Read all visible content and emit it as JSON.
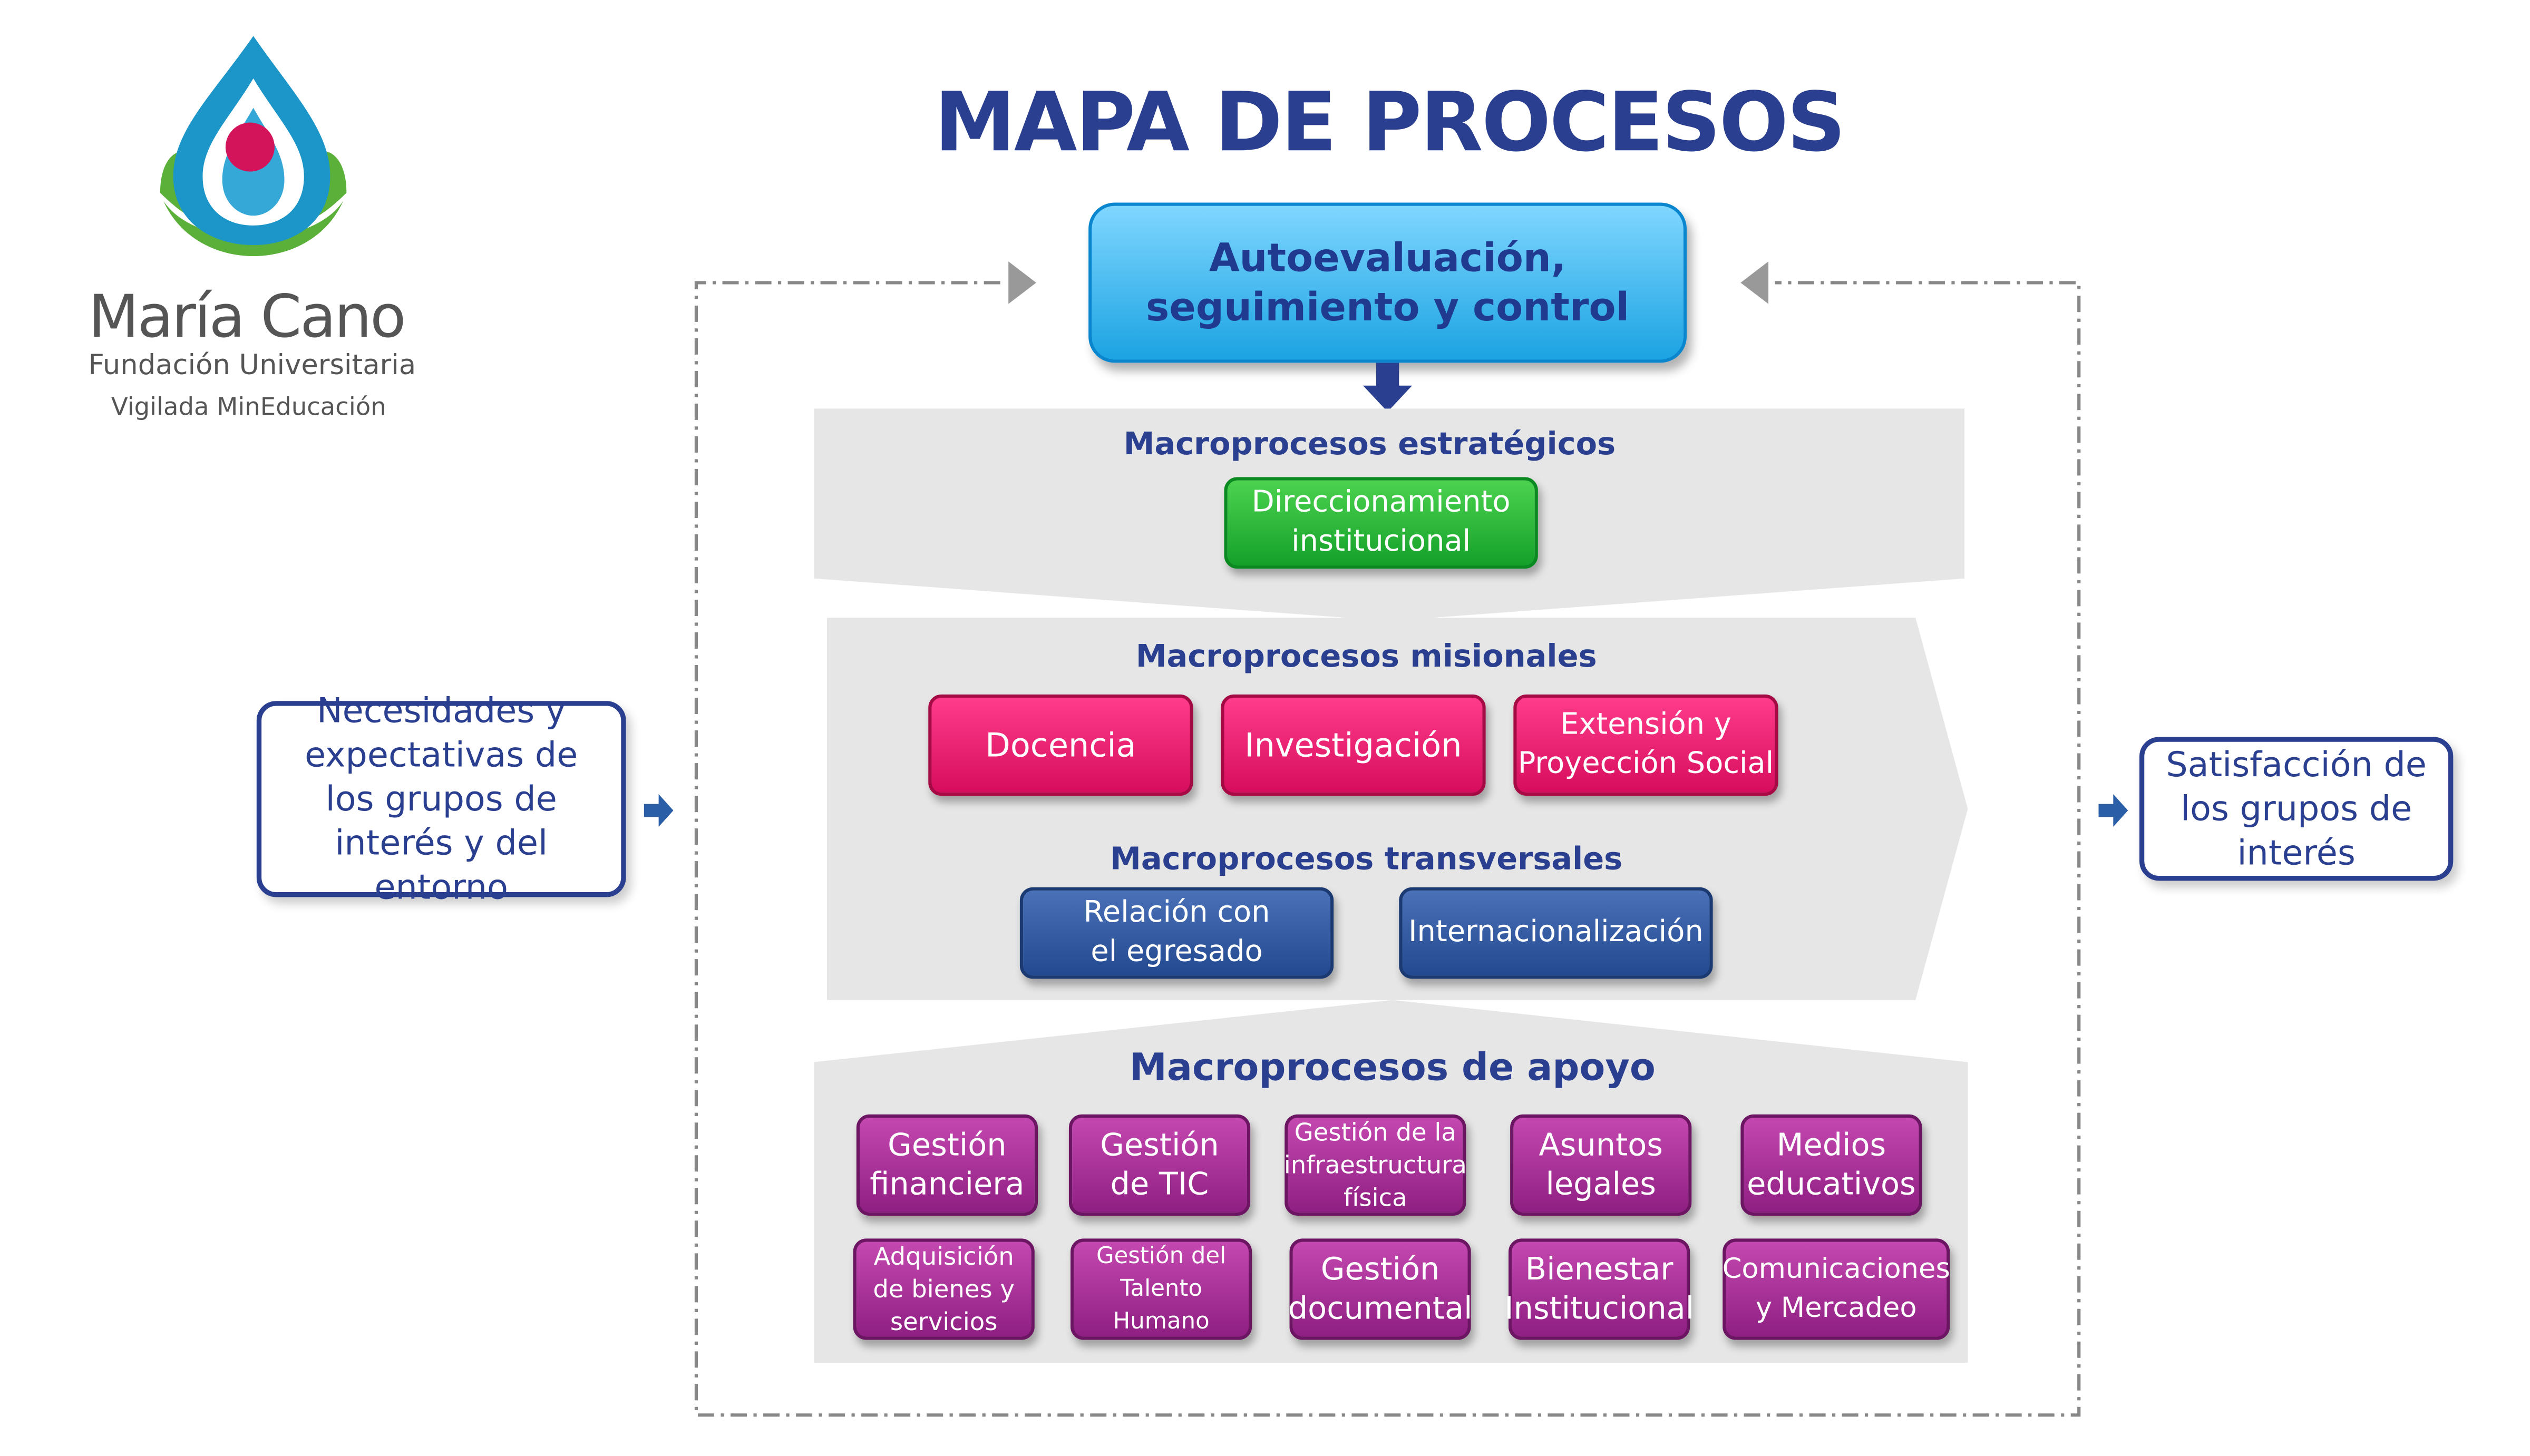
{
  "logo": {
    "name": "María Cano",
    "subtitle": "Fundación Universitaria",
    "tagline": "Vigilada MinEducación"
  },
  "title": "MAPA DE PROCESOS",
  "top_box": "Autoevaluación, seguimiento y control",
  "input_box": "Necesidades y expectativas de los grupos de interés y del entorno",
  "output_box": "Satisfacción de los grupos de interés",
  "strategic": {
    "title": "Macroprocesos estratégicos",
    "items": [
      "Direccionamiento institucional"
    ]
  },
  "missional": {
    "title": "Macroprocesos misionales",
    "items": [
      "Docencia",
      "Investigación",
      "Extensión y Proyección Social"
    ]
  },
  "transversal": {
    "title": "Macroprocesos transversales",
    "items": [
      "Relación con el egresado",
      "Internacionalización"
    ]
  },
  "support": {
    "title": "Macroprocesos de apoyo",
    "items": [
      "Gestión financiera",
      "Gestión de TIC",
      "Gestión de la infraestructura física",
      "Asuntos legales",
      "Medios educativos",
      "Adquisición de bienes y servicios",
      "Gestión del Talento Humano",
      "Gestión documental",
      "Bienestar Institucional",
      "Comunicaciones y Mercadeo"
    ]
  },
  "colors": {
    "title": "#2a3f8f",
    "top_box": "#1ca3e2",
    "strategic": "#14a02a",
    "missional": "#d60d5c",
    "transversal": "#234a90",
    "support": "#8f1f82",
    "band": "#e6e6e6"
  }
}
